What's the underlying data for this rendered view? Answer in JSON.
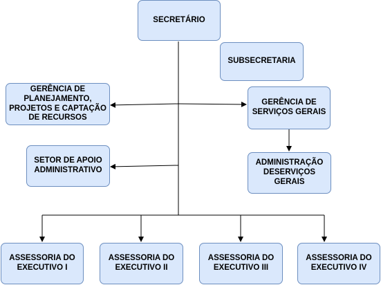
{
  "diagram": {
    "secretario": "SECRETÁRIO",
    "subsecretaria": "SUBSECRETARIA",
    "gerencia_planejamento": [
      "GERÊNCIA DE",
      "PLANEJAMENTO,",
      "PROJETOS E CAPTAÇÃO",
      "DE RECURSOS"
    ],
    "gerencia_servicos": [
      "GERÊNCIA DE",
      "SERVIÇOS GERAIS"
    ],
    "setor_apoio": [
      "SETOR DE APOIO",
      "ADMINISTRATIVO"
    ],
    "administracao": [
      "ADMINISTRAÇÃO",
      "DESERVIÇOS",
      "GERAIS"
    ],
    "assessoria_1": [
      "ASSESSORIA DO",
      "EXECUTIVO I"
    ],
    "assessoria_2": [
      "ASSESSORIA DO",
      "EXECUTIVO II"
    ],
    "assessoria_3": [
      "ASSESSORIA DO",
      "EXECUTIVO III"
    ],
    "assessoria_4": [
      "ASSESSORIA DO",
      "EXECUTIVO IV"
    ]
  },
  "colors": {
    "box_fill": "#dae8fc",
    "box_border": "#6c8ebf",
    "line": "#000000"
  }
}
